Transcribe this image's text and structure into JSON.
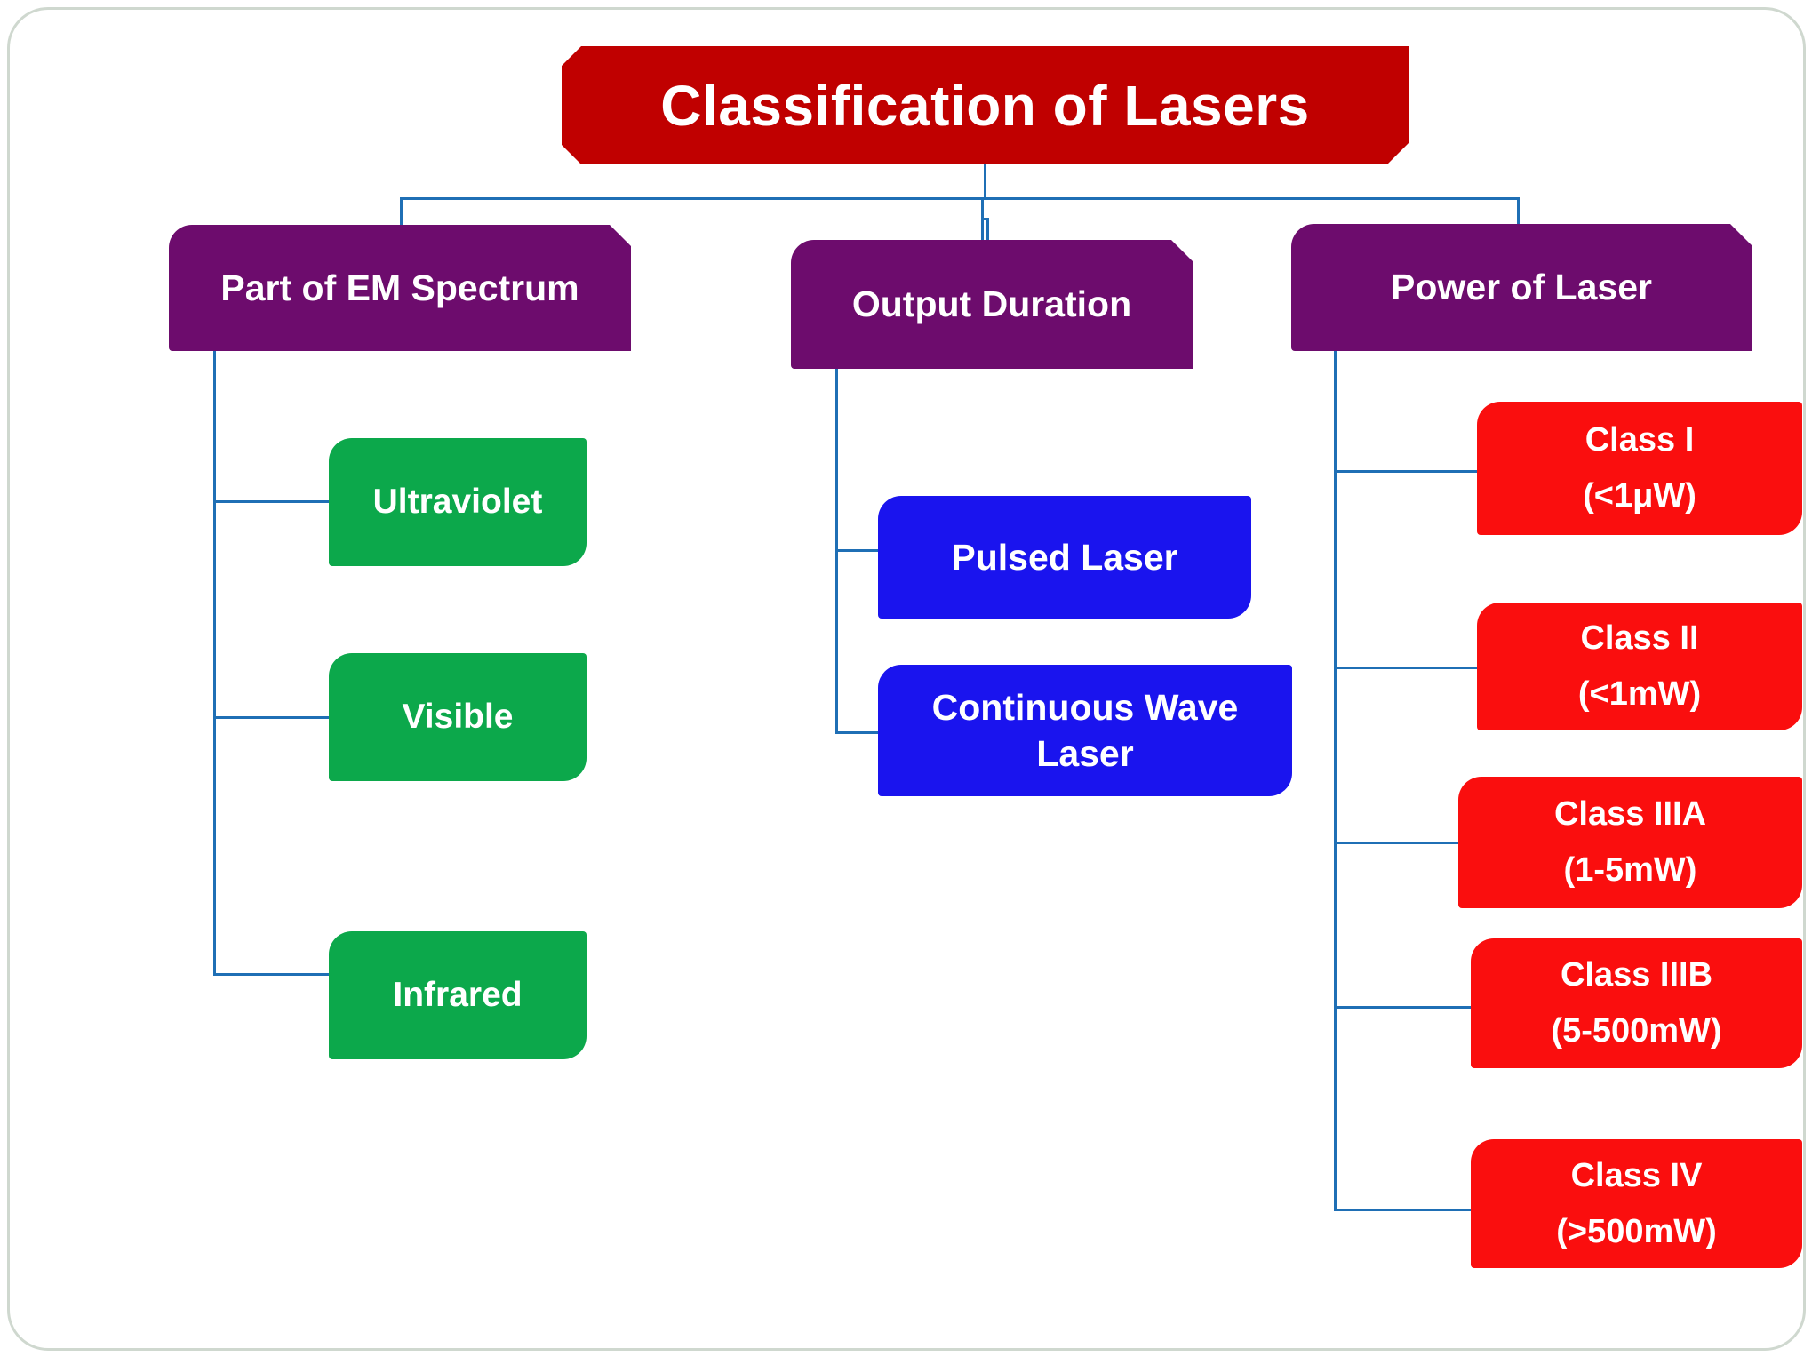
{
  "title": {
    "text": "Classification of Lasers",
    "color": "#C00000"
  },
  "colors": {
    "title_banner": "#C00000",
    "category": "#6D0C6D",
    "spectrum_leaf": "#0CA84B",
    "duration_leaf": "#1A14EE",
    "power_leaf": "#FA0E0E",
    "connector": "#1F6FB5",
    "frame": "#CFD8CF",
    "text": "#FFFFFF"
  },
  "categories": [
    {
      "id": "em-spectrum",
      "label": "Part of EM Spectrum",
      "children": [
        {
          "id": "ultraviolet",
          "label": "Ultraviolet"
        },
        {
          "id": "visible",
          "label": "Visible"
        },
        {
          "id": "infrared",
          "label": "Infrared"
        }
      ]
    },
    {
      "id": "output-duration",
      "label": "Output Duration",
      "children": [
        {
          "id": "pulsed-laser",
          "line1": "Pulsed Laser"
        },
        {
          "id": "continuous-wave-laser",
          "line1": "Continuous Wave",
          "line2": "Laser"
        }
      ]
    },
    {
      "id": "power-of-laser",
      "label": "Power of Laser",
      "children": [
        {
          "id": "class-1",
          "line1": "Class I",
          "line2": "(<1μW)"
        },
        {
          "id": "class-2",
          "line1": "Class II",
          "line2": "(<1mW)"
        },
        {
          "id": "class-3a",
          "line1": "Class IIIA",
          "line2": "(1-5mW)"
        },
        {
          "id": "class-3b",
          "line1": "Class IIIB",
          "line2": "(5-500mW)"
        },
        {
          "id": "class-4",
          "line1": "Class IV",
          "line2": "(>500mW)"
        }
      ]
    }
  ]
}
